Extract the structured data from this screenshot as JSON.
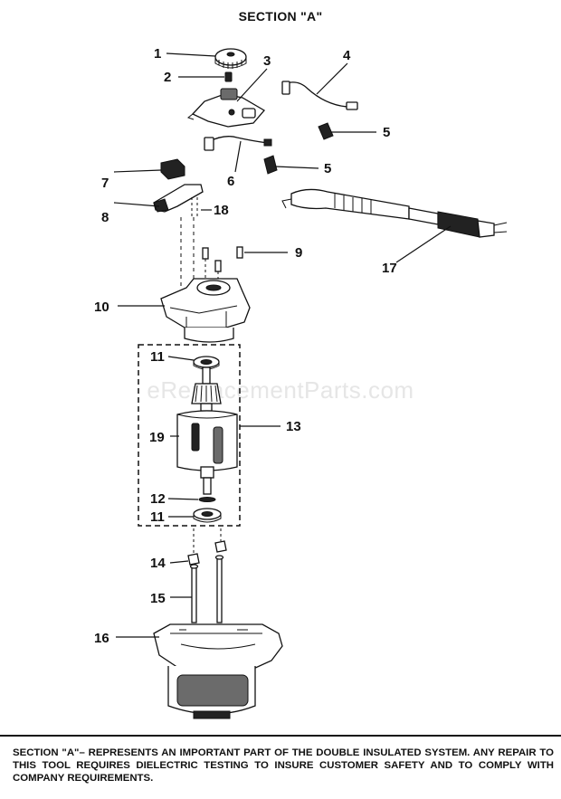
{
  "title": "SECTION \"A\"",
  "watermark": "eReplacementParts.com",
  "footer_note": "SECTION \"A\"– REPRESENTS AN IMPORTANT PART OF THE DOUBLE INSULATED SYSTEM. ANY REPAIR TO THIS TOOL REQUIRES DIELECTRIC TESTING TO INSURE CUSTOMER SAFETY AND TO COMPLY WITH COMPANY REQUIREMENTS.",
  "callouts": {
    "c1": "1",
    "c2": "2",
    "c3": "3",
    "c4": "4",
    "c5a": "5",
    "c5b": "5",
    "c6": "6",
    "c7": "7",
    "c8": "8",
    "c9": "9",
    "c10": "10",
    "c11a": "11",
    "c11b": "11",
    "c12": "12",
    "c13": "13",
    "c14": "14",
    "c15": "15",
    "c16": "16",
    "c17": "17",
    "c18": "18",
    "c19": "19"
  }
}
